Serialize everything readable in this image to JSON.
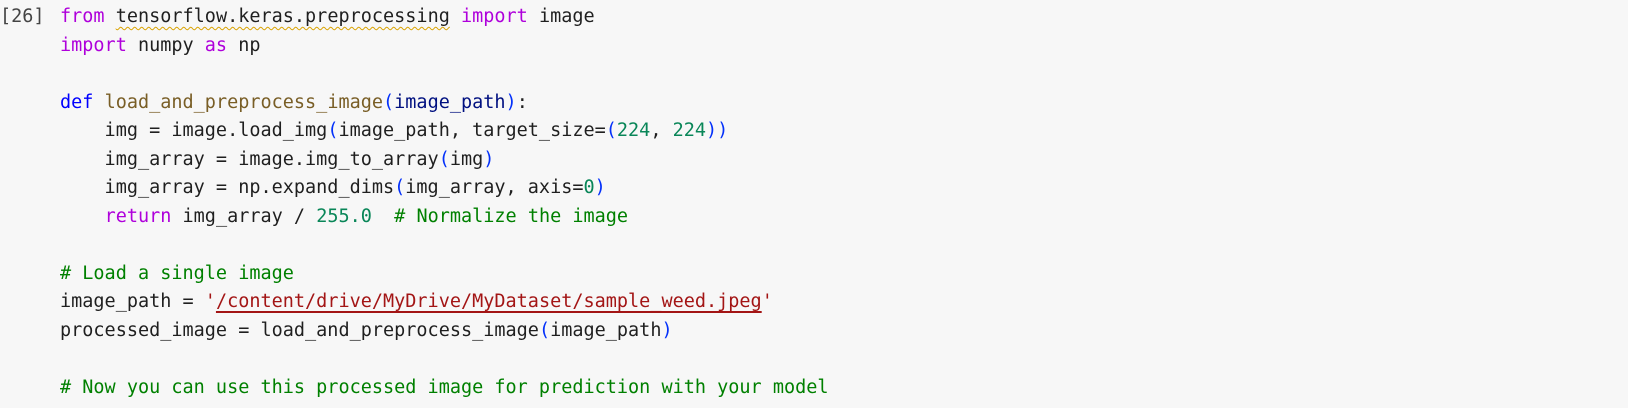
{
  "cell": {
    "execution_count": "[26]",
    "lines": [
      {
        "tokens": [
          {
            "t": "from",
            "c": "kw-ctrl"
          },
          {
            "t": " "
          },
          {
            "t": "tensorflow.keras.preprocessing",
            "c": "squiggle"
          },
          {
            "t": " "
          },
          {
            "t": "import",
            "c": "kw-ctrl"
          },
          {
            "t": " image"
          }
        ]
      },
      {
        "tokens": [
          {
            "t": "import",
            "c": "kw-ctrl"
          },
          {
            "t": " numpy "
          },
          {
            "t": "as",
            "c": "kw-ctrl"
          },
          {
            "t": " np"
          }
        ]
      },
      {
        "tokens": []
      },
      {
        "tokens": [
          {
            "t": "def",
            "c": "kw-def"
          },
          {
            "t": " "
          },
          {
            "t": "load_and_preprocess_image",
            "c": "fn"
          },
          {
            "t": "(",
            "c": "paren"
          },
          {
            "t": "image_path",
            "c": "param"
          },
          {
            "t": ")",
            "c": "paren"
          },
          {
            "t": ":"
          }
        ]
      },
      {
        "tokens": [
          {
            "t": "    img = image.load_img"
          },
          {
            "t": "(",
            "c": "paren"
          },
          {
            "t": "image_path, target_size="
          },
          {
            "t": "(",
            "c": "paren"
          },
          {
            "t": "224",
            "c": "num"
          },
          {
            "t": ", "
          },
          {
            "t": "224",
            "c": "num"
          },
          {
            "t": "))",
            "c": "paren"
          }
        ]
      },
      {
        "tokens": [
          {
            "t": "    img_array = image.img_to_array"
          },
          {
            "t": "(",
            "c": "paren"
          },
          {
            "t": "img"
          },
          {
            "t": ")",
            "c": "paren"
          }
        ]
      },
      {
        "tokens": [
          {
            "t": "    img_array = np.expand_dims"
          },
          {
            "t": "(",
            "c": "paren"
          },
          {
            "t": "img_array, axis="
          },
          {
            "t": "0",
            "c": "num"
          },
          {
            "t": ")",
            "c": "paren"
          }
        ]
      },
      {
        "tokens": [
          {
            "t": "    "
          },
          {
            "t": "return",
            "c": "kw-ctrl"
          },
          {
            "t": " img_array / "
          },
          {
            "t": "255.0",
            "c": "num"
          },
          {
            "t": "  "
          },
          {
            "t": "# Normalize the image",
            "c": "comment"
          }
        ]
      },
      {
        "tokens": []
      },
      {
        "tokens": [
          {
            "t": "# Load a single image",
            "c": "comment"
          }
        ]
      },
      {
        "tokens": [
          {
            "t": "image_path = "
          },
          {
            "t": "'",
            "c": "str"
          },
          {
            "t": "/content/drive/MyDrive/MyDataset/sample_weed.jpeg",
            "c": "str link-underline"
          },
          {
            "t": "'",
            "c": "str"
          }
        ]
      },
      {
        "tokens": [
          {
            "t": "processed_image = load_and_preprocess_image"
          },
          {
            "t": "(",
            "c": "paren"
          },
          {
            "t": "image_path"
          },
          {
            "t": ")",
            "c": "paren"
          }
        ]
      },
      {
        "tokens": []
      },
      {
        "tokens": [
          {
            "t": "# Now you can use this processed image for prediction with your model",
            "c": "comment"
          }
        ]
      }
    ]
  }
}
